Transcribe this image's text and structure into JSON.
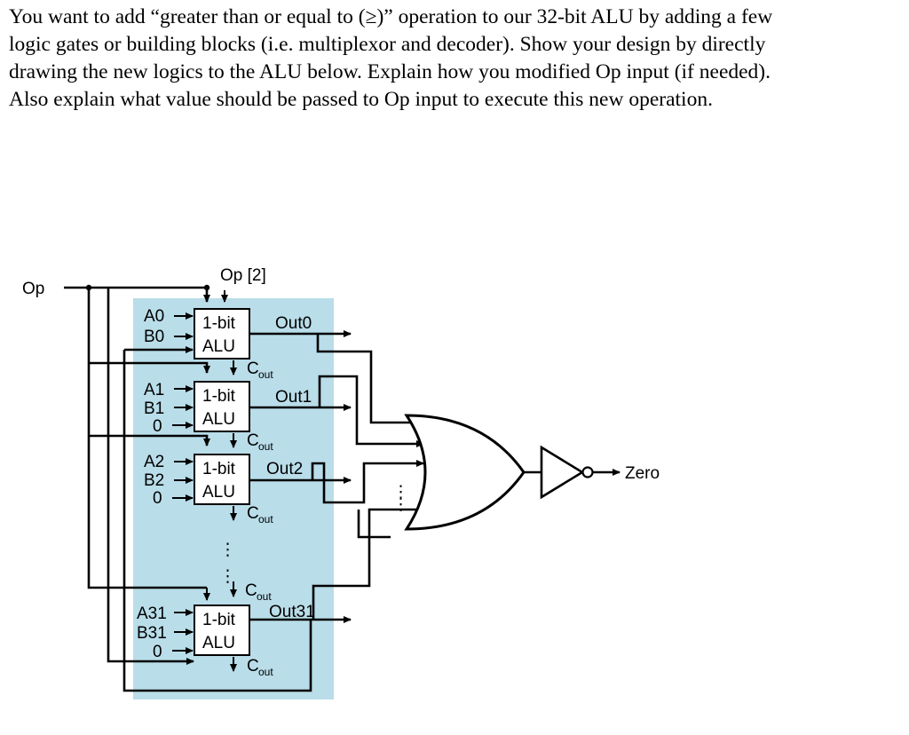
{
  "question": {
    "lines": [
      "You want to add “greater than or equal to (≥)” operation to our 32-bit ALU by adding a few",
      "logic gates or building blocks (i.e. multiplexor and decoder). Show your design by directly",
      "drawing the new logics to the ALU below. Explain how you modified Op input (if needed).",
      "Also explain what value should be passed to Op input to execute this new operation."
    ]
  },
  "diagram": {
    "op_label": "Op",
    "op_bus_label": "Op [2]",
    "alu_label_line1": "1-bit",
    "alu_label_line2": "ALU",
    "cout_main": "C",
    "cout_sub": "out",
    "ellipsis": "⋮",
    "zero_label": "Zero",
    "stages": [
      {
        "a": "A0",
        "b": "B0",
        "cin": "",
        "out": "Out0"
      },
      {
        "a": "A1",
        "b": "B1",
        "cin": "0",
        "out": "Out1"
      },
      {
        "a": "A2",
        "b": "B2",
        "cin": "0",
        "out": "Out2"
      },
      {
        "a": "A31",
        "b": "B31",
        "cin": "0",
        "out": "Out31"
      }
    ],
    "colors": {
      "panel": "#b9dde9",
      "wire": "#000000"
    }
  }
}
